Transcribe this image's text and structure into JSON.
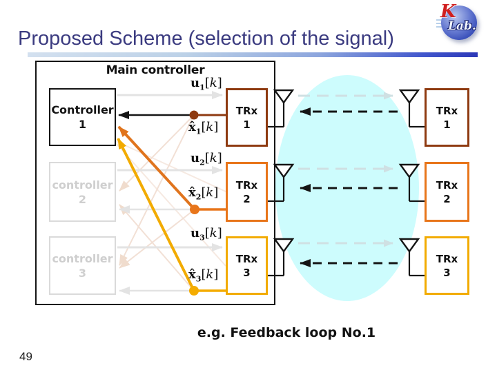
{
  "slide": {
    "title": "Proposed Scheme (selection of the signal)",
    "page_number": "49",
    "caption": "e.g. Feedback loop No.1",
    "logo": {
      "letter": "K",
      "text": "Lab."
    },
    "colors": {
      "title_text": "#3b3b80",
      "row1_accent": "#8e3a10",
      "row2_accent": "#e8751a",
      "row3_accent": "#f2ab00",
      "faded_link_gray": "#e3e3e3",
      "coverage_ellipse": "#cdfcfd",
      "underline_left": "#d3e0ef",
      "underline_right": "#2c38b8"
    }
  },
  "diagram": {
    "main_controller_label": "Main controller",
    "notation": {
      "open": "[",
      "var": "k",
      "close": "]"
    },
    "controllers": [
      {
        "name": "Controller",
        "number": "1",
        "state": "selected"
      },
      {
        "name": "controller",
        "number": "2",
        "state": "faded"
      },
      {
        "name": "controller",
        "number": "3",
        "state": "faded"
      }
    ],
    "trx_left": [
      {
        "name": "TRx",
        "number": "1"
      },
      {
        "name": "TRx",
        "number": "2"
      },
      {
        "name": "TRx",
        "number": "3"
      }
    ],
    "trx_right": [
      {
        "name": "TRx",
        "number": "1"
      },
      {
        "name": "TRx",
        "number": "2"
      },
      {
        "name": "TRx",
        "number": "3"
      }
    ],
    "signals": [
      {
        "u_base": "u",
        "u_sub": "1",
        "x_base": "x̂",
        "x_sub": "1"
      },
      {
        "u_base": "u",
        "u_sub": "2",
        "x_base": "x̂",
        "x_sub": "2"
      },
      {
        "u_base": "u",
        "u_sub": "3",
        "x_base": "x̂",
        "x_sub": "3"
      }
    ]
  }
}
